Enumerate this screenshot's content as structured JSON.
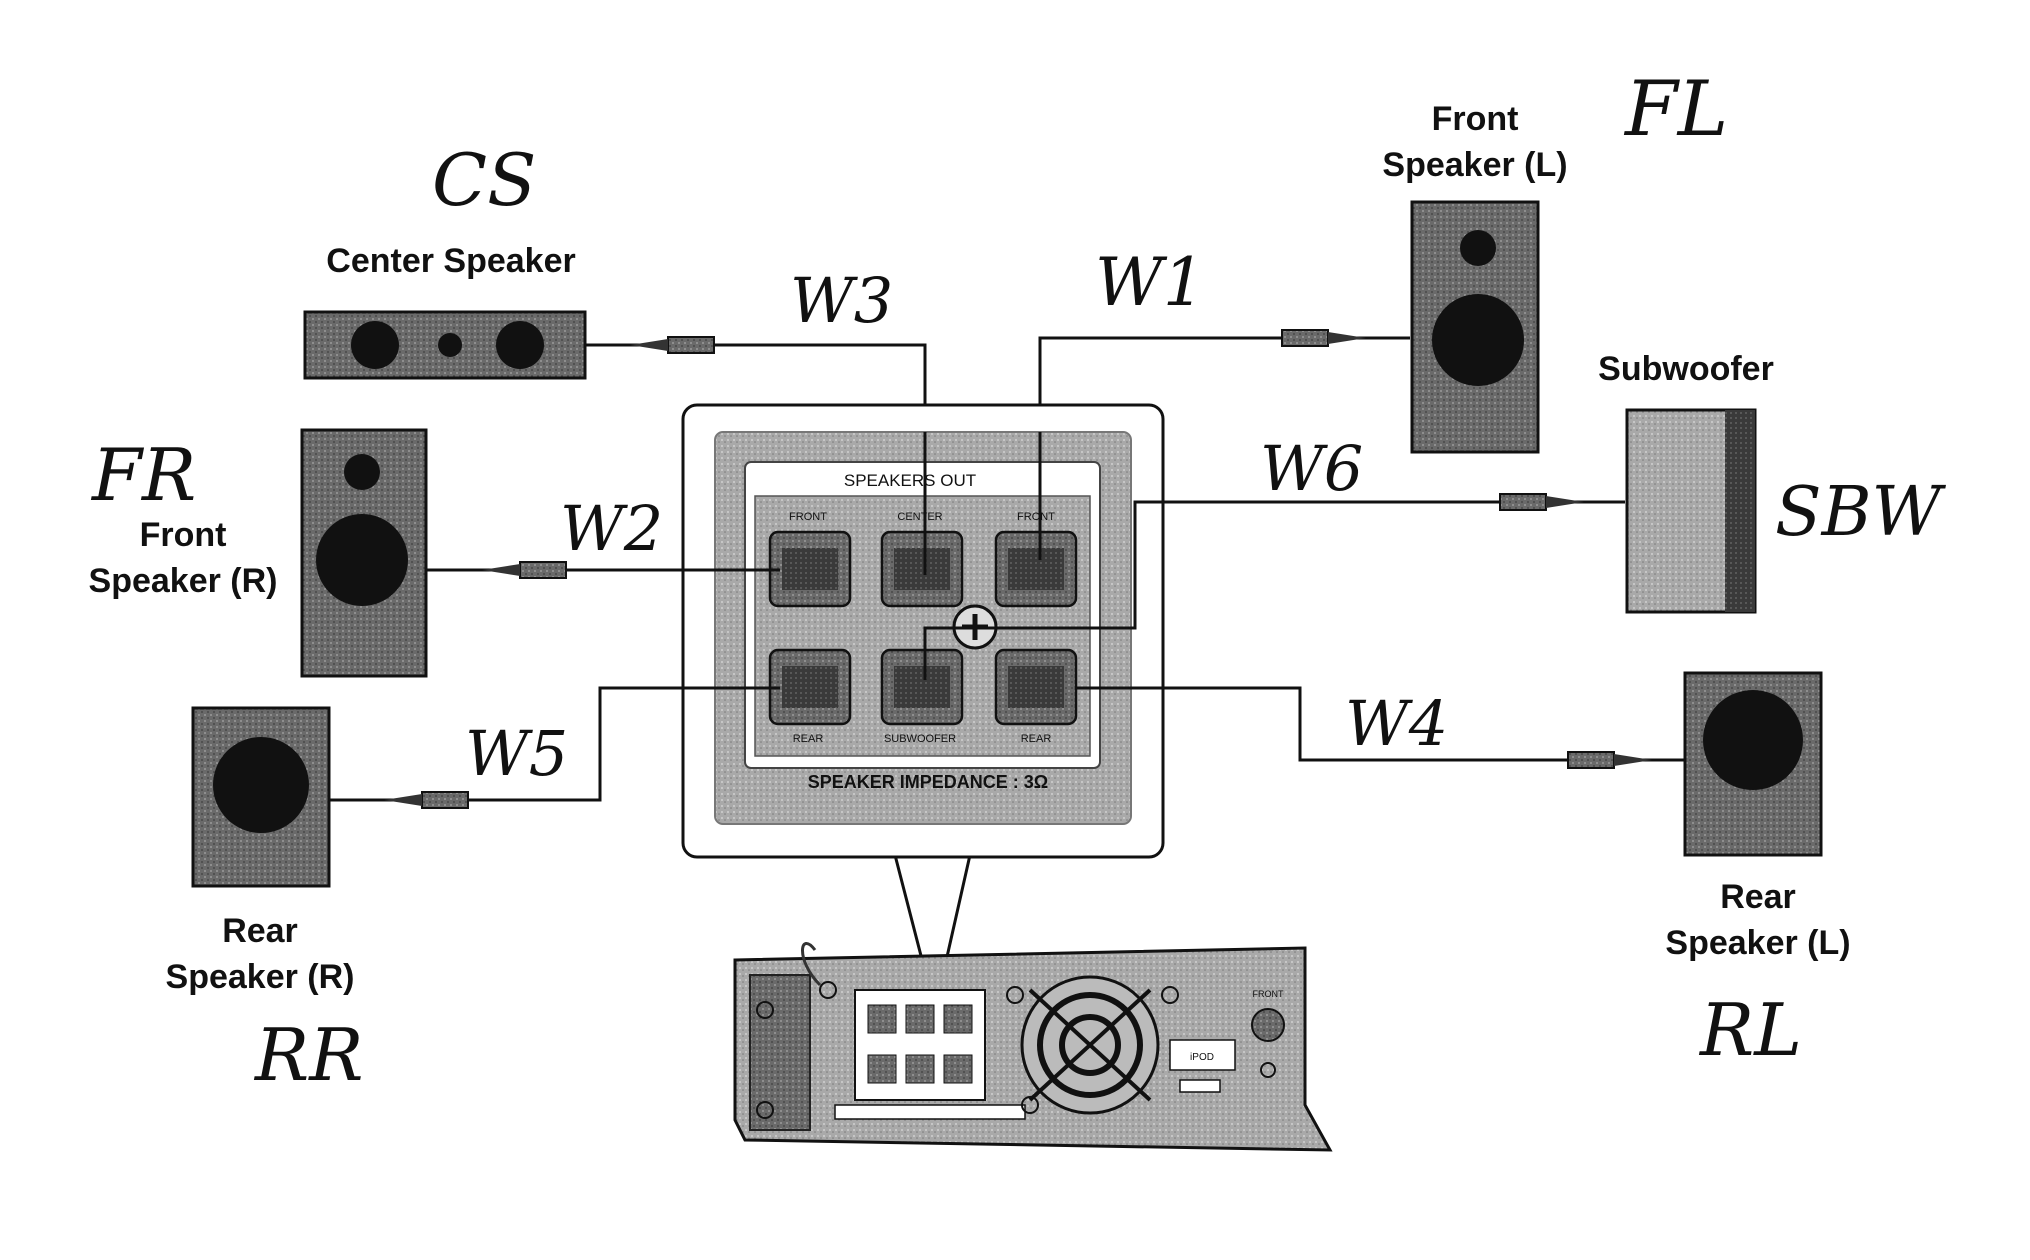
{
  "speakers": {
    "center": "Center Speaker",
    "front_left_line1": "Front",
    "front_left_line2": "Speaker (L)",
    "front_right_line1": "Front",
    "front_right_line2": "Speaker (R)",
    "subwoofer": "Subwoofer",
    "rear_right_line1": "Rear",
    "rear_right_line2": "Speaker (R)",
    "rear_left_line1": "Rear",
    "rear_left_line2": "Speaker (L)"
  },
  "handwritten": {
    "cs": "CS",
    "fl": "FL",
    "fr": "FR",
    "sbw": "SBW",
    "rr": "RR",
    "rl": "RL",
    "w1": "W1",
    "w2": "W2",
    "w3": "W3",
    "w4": "W4",
    "w5": "W5",
    "w6": "W6"
  },
  "panel": {
    "title": "SPEAKERS OUT",
    "impedance": "SPEAKER IMPEDANCE : 3Ω",
    "top_terminals": [
      "FRONT",
      "CENTER",
      "FRONT"
    ],
    "bottom_terminals": [
      "REAR",
      "SUBWOOFER",
      "REAR"
    ]
  },
  "unit": {
    "ipod_label": "iPOD",
    "front_label": "FRONT"
  }
}
